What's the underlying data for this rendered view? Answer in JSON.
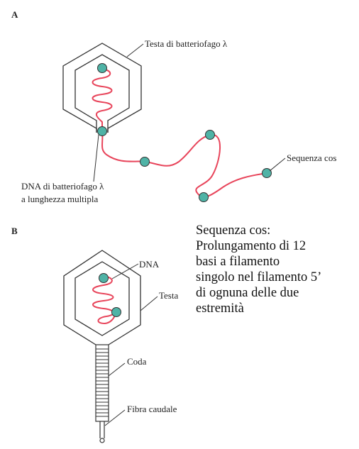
{
  "panels": {
    "a": "A",
    "b": "B"
  },
  "labels": {
    "phage_head": "Testa di batteriofago λ",
    "cos_sequence": "Sequenza cos",
    "dna_line1": "DNA di batteriofago λ",
    "dna_line2": "a lunghezza multipla",
    "dna": "DNA",
    "head": "Testa",
    "tail": "Coda",
    "tail_fiber": "Fibra caudale"
  },
  "note": {
    "lines": [
      "Sequenza cos:",
      "Prolungamento di 12",
      "basi a filamento",
      "singolo nel filamento 5’",
      "di ognuna delle due",
      "estremità"
    ]
  },
  "colors": {
    "dna": "#e8455b",
    "cos_marker": "#4fb3a6",
    "outline": "#333333"
  }
}
